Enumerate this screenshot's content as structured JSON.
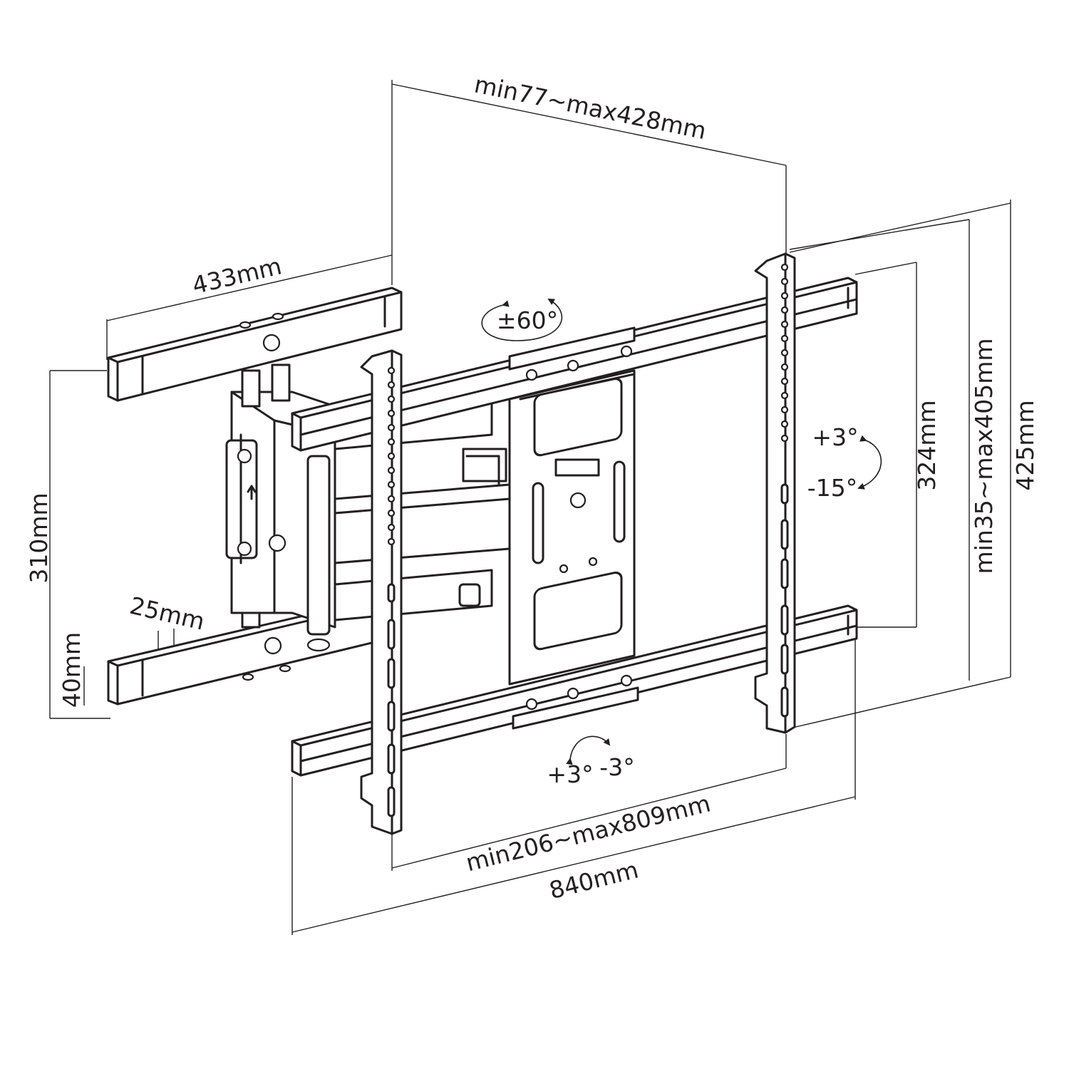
{
  "dimensions": {
    "arm_extension": "min77~max428mm",
    "wall_plate_width": "433mm",
    "wall_plate_height": "310mm",
    "rail_gap": "25mm",
    "rail_height": "40mm",
    "swivel": "±60°",
    "tilt_up": "+3°",
    "tilt_down": "-15°",
    "vesa_height": "324mm",
    "bracket_height_range": "min35~max405mm",
    "total_height": "425mm",
    "level_left": "+3°",
    "level_right": "-3°",
    "bracket_spacing": "min206~max809mm",
    "total_width": "840mm"
  },
  "icons": {
    "swivel": "swivel-arrow-icon",
    "tilt": "tilt-arrow-icon",
    "level": "level-arrow-icon"
  }
}
